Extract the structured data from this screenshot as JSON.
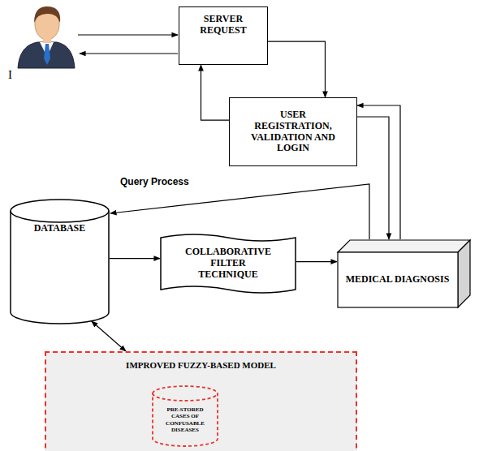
{
  "diagram": {
    "nodes": [
      {
        "text": [
          "SERVER REQUEST"
        ]
      },
      {
        "text": [
          "USER REGISTRATION, VALIDATION AND LOGIN"
        ]
      },
      {
        "text": [
          "DATABASE"
        ]
      },
      {
        "text": [
          "COLLABORATIVE FILTER TECHNIQUE"
        ]
      },
      {
        "text": [
          "MEDICAL DIAGNOSIS"
        ]
      },
      {
        "text": [
          "IMPROVED FUZZY-BASED MODEL"
        ]
      },
      {
        "text": [
          "PRE-STORED CASES OF CONFUSABLE DISEASES"
        ],
        "in": 5
      }
    ],
    "edges": [
      {
        "from": 0,
        "to": 1,
        "arrow": "to"
      },
      {
        "from": 1,
        "to": 0,
        "arrow": "to"
      },
      {
        "from": 1,
        "to": 4,
        "arrow": "to"
      },
      {
        "from": 4,
        "to": 1,
        "arrow": "to"
      },
      {
        "from": 4,
        "to": 2,
        "arrow": "to",
        "label": "Query Process"
      },
      {
        "from": 2,
        "to": 3,
        "arrow": "to"
      },
      {
        "from": 3,
        "to": 4,
        "arrow": "to"
      },
      {
        "from": 2,
        "to": 5,
        "arrow": "both"
      }
    ],
    "labels": [
      "I"
    ]
  }
}
